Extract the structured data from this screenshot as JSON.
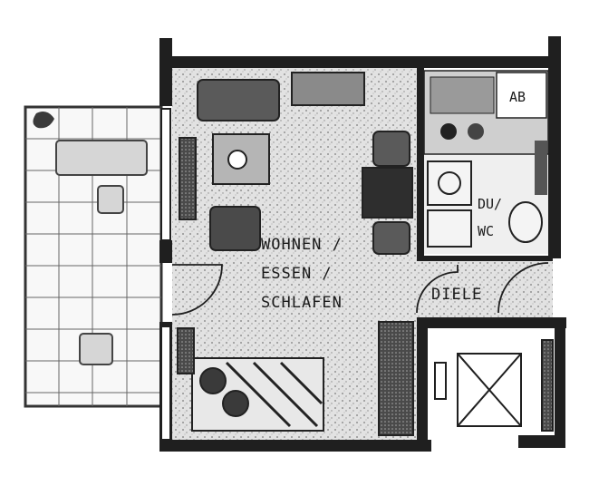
{
  "rooms": {
    "living": {
      "line1": "WOHNEN /",
      "line2": "ESSEN /",
      "line3": "SCHLAFEN"
    },
    "hall": "DIELE",
    "bath": {
      "line1": "DU/",
      "line2": "WC"
    },
    "storage": "AB"
  },
  "colors": {
    "wall": "#1f1f1f",
    "floor": "#dcdcdc",
    "furniture": "#3a3a3a",
    "tile_line": "#555555"
  }
}
